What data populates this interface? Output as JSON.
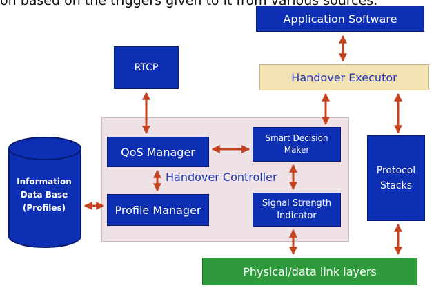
{
  "caption_fragment": "on based on the triggers given to it from various sources.",
  "nodes": {
    "application_software": "Application Software",
    "rtcp": "RTCP",
    "handover_executor": "Handover Executor",
    "handover_controller": "Handover Controller",
    "qos_manager": "QoS Manager",
    "smart_decision_maker": "Smart Decision Maker",
    "profile_manager": "Profile Manager",
    "signal_strength_indicator": "Signal Strength Indicator",
    "protocol_stacks": "Protocol Stacks",
    "physical_data_link_layers": "Physical/data link layers",
    "information_database": "Information Data Base (Profiles)"
  },
  "colors": {
    "box_blue": "#0d2fb3",
    "executor_fill": "#f3e2b4",
    "controller_fill": "#efe2e6",
    "physical_green": "#2f9a3c",
    "arrow": "#c4431f",
    "label_blue": "#1f36b8"
  }
}
